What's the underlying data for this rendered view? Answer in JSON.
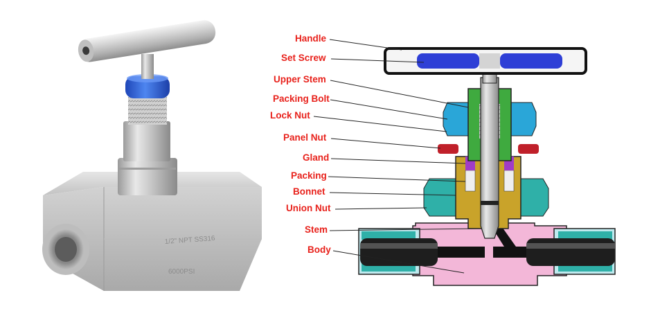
{
  "photo": {
    "engraving_line1": "1/2\" NPT SS316",
    "engraving_line2": "6000PSI"
  },
  "labels": {
    "handle": "Handle",
    "set_screw": "Set Screw",
    "upper_stem": "Upper Stem",
    "packing_bolt": "Packing Bolt",
    "lock_nut": "Lock Nut",
    "panel_nut": "Panel Nut",
    "gland": "Gland",
    "packing": "Packing",
    "bonnet": "Bonnet",
    "union_nut": "Union Nut",
    "stem": "Stem",
    "body": "Body"
  },
  "colors": {
    "label": "#e8211b",
    "handle_insert": "#2e3fd6",
    "packing_bolt": "#2aa6d8",
    "upper_stem": "#3faa3f",
    "panel_nut": "#c0202a",
    "gland": "#a03cc8",
    "bonnet": "#c9a32a",
    "union_nut": "#2fb0a8",
    "body": "#f3b7d8",
    "pipe": "#1e1e1e",
    "blue_cap": "#2f63d6"
  }
}
